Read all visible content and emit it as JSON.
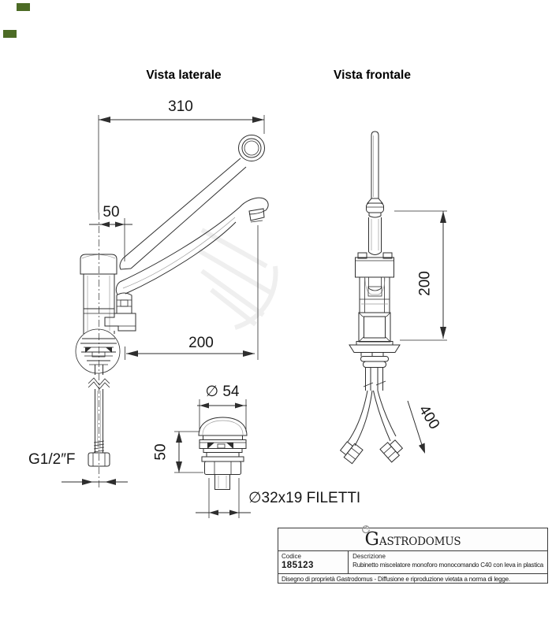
{
  "page": {
    "background": "#ffffff",
    "line_color": "#2e2e2e",
    "marker_color": "#4c6b25"
  },
  "views": {
    "side": {
      "title": "Vista laterale",
      "dims": {
        "total_width": "310",
        "handle_offset": "50",
        "spout_reach": "200",
        "inlet_thread": "G1/2″F"
      }
    },
    "front": {
      "title": "Vista frontale",
      "dims": {
        "body_height": "200",
        "hose_length": "400"
      }
    },
    "flange_detail": {
      "dims": {
        "diameter": "∅ 54",
        "height": "50",
        "thread": "∅32x19 FILETTI"
      }
    }
  },
  "title_block": {
    "logo_initial": "G",
    "logo_rest": "ASTRODOMUS",
    "code_label": "Codice",
    "code_value": "185123",
    "description_label": "Descrizione",
    "description_value": "Rubinetto miscelatore monoforo monocomando C40 con leva in plastica",
    "legal_note": "Disegno di proprietà Gastrodomus - Diffusione e riproduzione vietata a norma di legge."
  }
}
